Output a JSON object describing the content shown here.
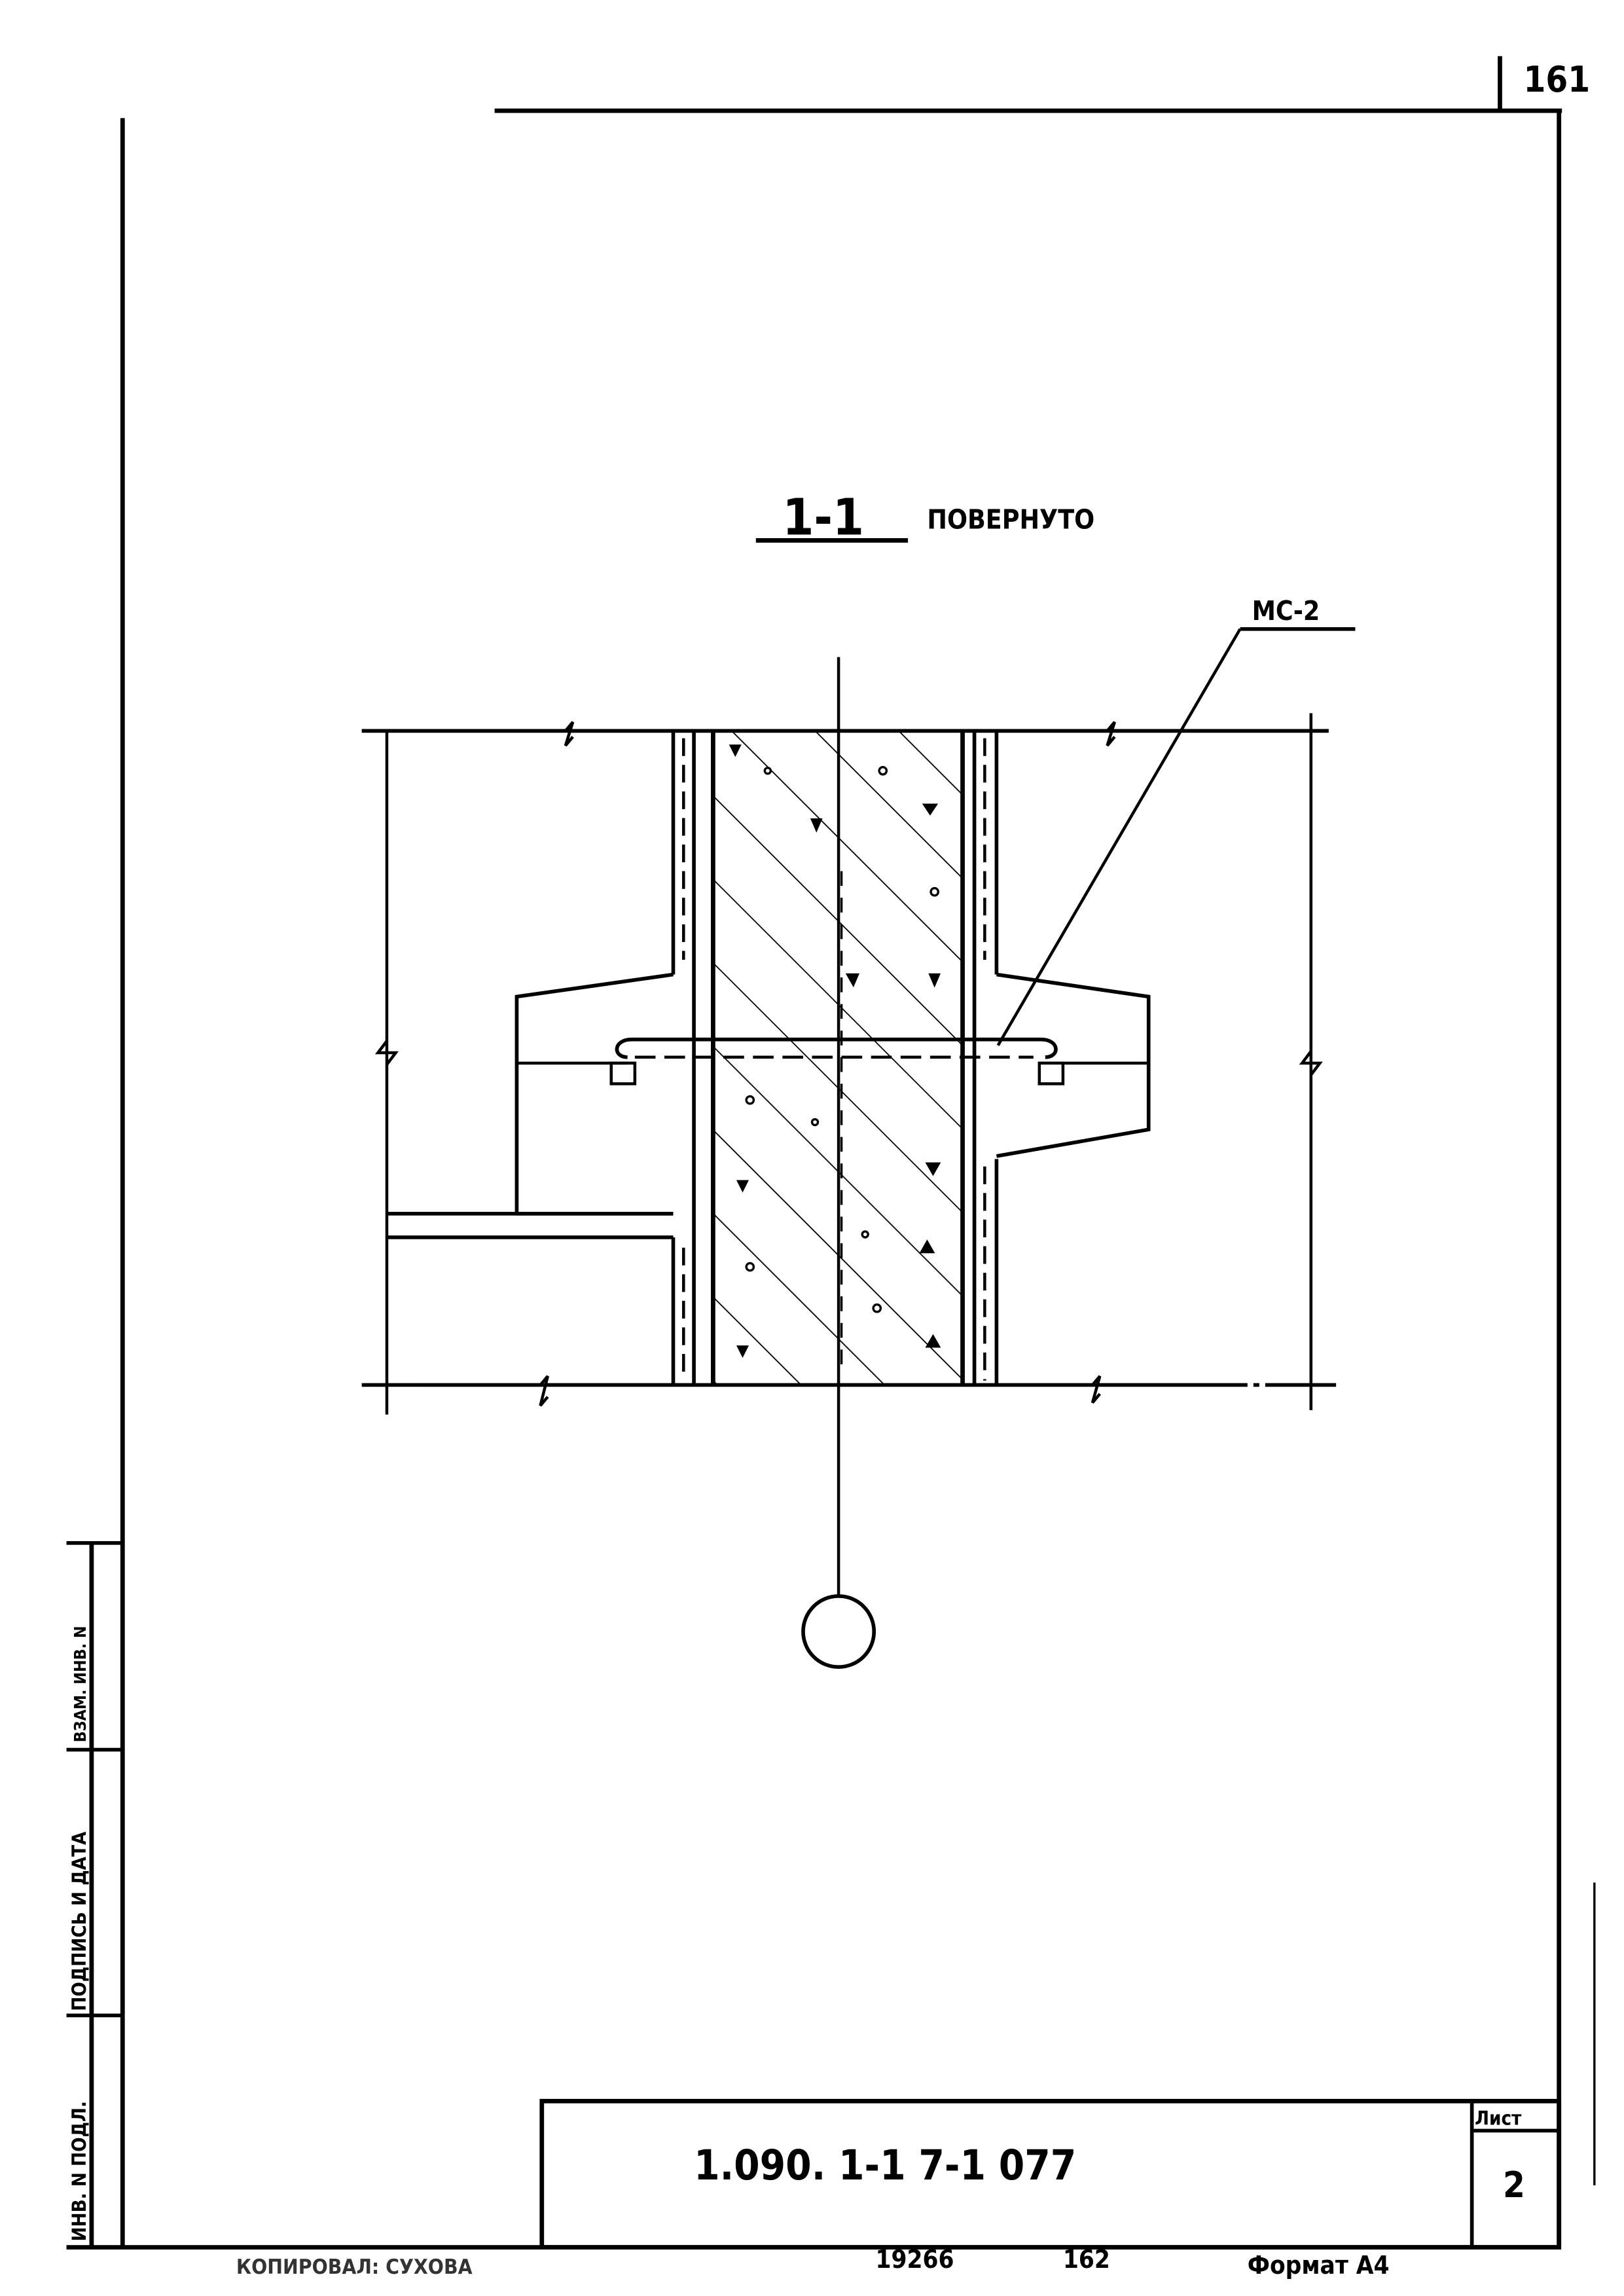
{
  "sheet": {
    "page_number": "161",
    "section_title": "1-1",
    "section_note": "ПОВЕРНУТО",
    "callout_label": "МС-2",
    "document_code": "1.090. 1-1 7-1 077",
    "sheet_label": "Лист",
    "sheet_number": "2"
  },
  "stamp": {
    "inv_no_orig": "ИНВ. N ПОДЛ.",
    "signature_date": "ПОДПИСЬ И ДАТА",
    "replaces_inv": "ВЗАМ. ИНВ. N"
  },
  "footer": {
    "left_text": "КОПИРОВАЛ: СУХОВА",
    "order_number": "19266",
    "sheet_count": "162",
    "format": "Формат А4"
  }
}
